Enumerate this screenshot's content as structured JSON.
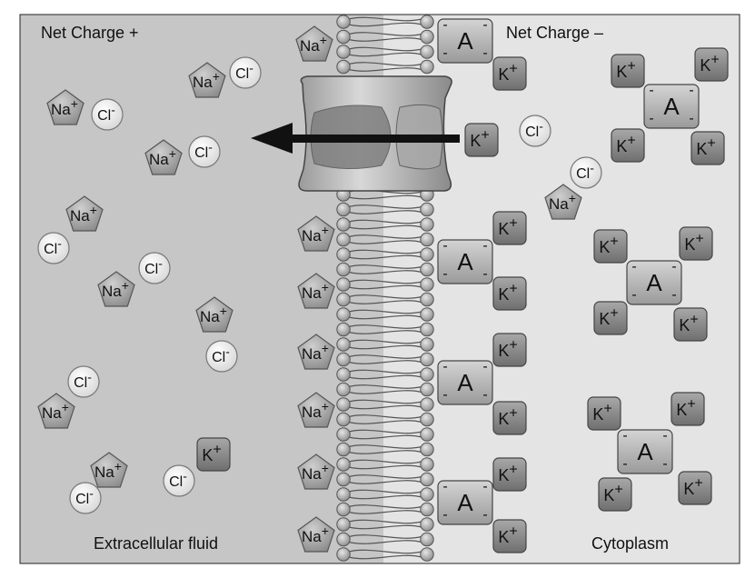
{
  "labels": {
    "net_charge_left": "Net Charge +",
    "net_charge_right": "Net Charge –",
    "extracellular": "Extracellular fluid",
    "cytoplasm": "Cytoplasm"
  },
  "ions": {
    "sodium": {
      "symbol": "Na",
      "charge": "+"
    },
    "chloride": {
      "symbol": "Cl",
      "charge": "-"
    },
    "potassium": {
      "symbol": "K",
      "charge": "+"
    },
    "anion": {
      "symbol": "A",
      "charge": "-"
    }
  },
  "colors": {
    "extracellular_bg": "#c6c6c6",
    "cytoplasm_bg": "#e4e4e4",
    "sodium_fill": "#a9a9a9",
    "chloride_fill": "#f3f3f3",
    "potassium_fill": "#8f8f8f",
    "anion_fill": "#b9b9b9",
    "arrow": "#111111"
  }
}
